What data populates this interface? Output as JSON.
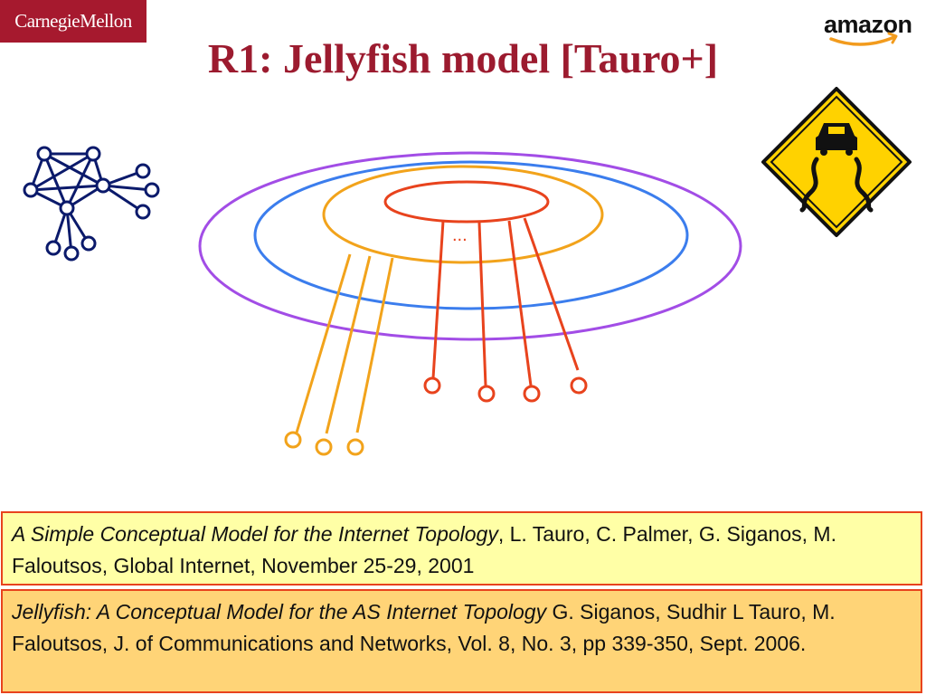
{
  "header": {
    "left_logo": "CarnegieMellon",
    "right_logo": "amazon",
    "title": "R1: Jellyfish model [Tauro+]"
  },
  "diagram": {
    "ellipsis": "...",
    "icons": [
      "network-graph-icon",
      "slippery-road-sign-icon"
    ],
    "colors": {
      "core": "#e8431d",
      "shell1": "#f2a31b",
      "shell2": "#3b7ded",
      "shell3": "#a24de6",
      "graph": "#0b1a6b",
      "sign_fill": "#ffd200"
    }
  },
  "references": [
    {
      "title": "A Simple Conceptual Model for the Internet Topology",
      "rest": ", L. Tauro, C. Palmer, G. Siganos, M. Faloutsos, Global Internet, November 25-29, 2001"
    },
    {
      "title": "Jellyfish: A Conceptual Model for the AS Internet Topology",
      "rest": " G. Siganos, Sudhir L Tauro, M. Faloutsos, J. of Communications and Networks, Vol. 8, No. 3, pp 339-350, Sept. 2006."
    }
  ]
}
